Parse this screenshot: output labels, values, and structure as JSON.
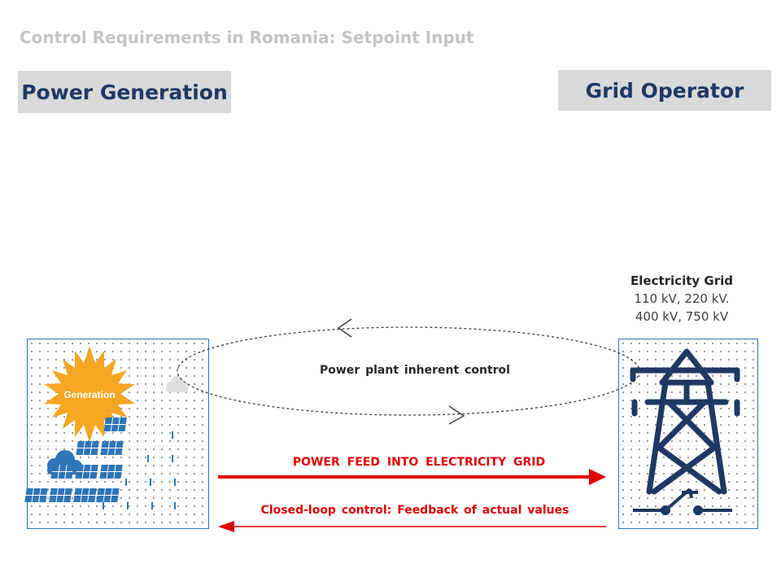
{
  "subtitle": "Control Requirements in Romania: Setpoint Input",
  "headers": {
    "generation": "Power Generation",
    "grid_operator": "Grid Operator"
  },
  "grid": {
    "name": "Electricity Grid",
    "voltages_line1": "110 kV, 220 kV.",
    "voltages_line2": "400 kV, 750 kV"
  },
  "generation_panel": {
    "sun_label": "Generation"
  },
  "loop_label": "Power plant inherent control",
  "arrows": {
    "feed_label": "POWER  FEED  INTO  ELECTRICITY  GRID",
    "feedback_label": "Closed-loop  control: Feedback of actual values"
  },
  "colors": {
    "header_text": "#1f3864",
    "arrow_red": "#e00000",
    "panel_border": "#2e75b6",
    "sun": "#f5a623",
    "solar_blue": "#2e75b6",
    "tower_navy": "#1f3864"
  },
  "icons": [
    "sun-icon",
    "cloud-icon",
    "solar-panel-icon",
    "transmission-tower-icon",
    "switch-icon"
  ]
}
